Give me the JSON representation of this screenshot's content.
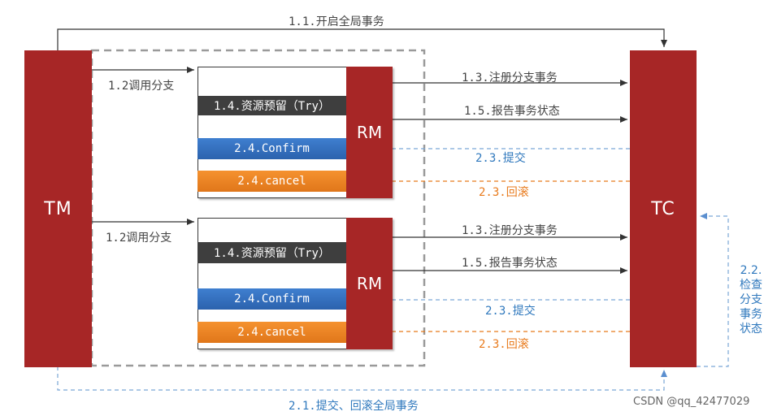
{
  "nodes": {
    "tm": "TM",
    "tc": "TC",
    "rm_top": "RM",
    "rm_bottom": "RM"
  },
  "branches": [
    {
      "try_label": "1.4.资源预留（Try）",
      "confirm_label": "2.4.Confirm",
      "cancel_label": "2.4.cancel",
      "call_label": "1.2调用分支",
      "register_label": "1.3.注册分支事务",
      "report_label": "1.5.报告事务状态",
      "commit_label": "2.3.提交",
      "rollback_label": "2.3.回滚"
    },
    {
      "try_label": "1.4.资源预留（Try）",
      "confirm_label": "2.4.Confirm",
      "cancel_label": "2.4.cancel",
      "call_label": "1.2调用分支",
      "register_label": "1.3.注册分支事务",
      "report_label": "1.5.报告事务状态",
      "commit_label": "2.3.提交",
      "rollback_label": "2.3.回滚"
    }
  ],
  "flows": {
    "start_global": "1.1.开启全局事务",
    "global_commit_rollback": "2.1.提交、回滚全局事务",
    "check_status_lines": [
      "2.2.",
      "检查",
      "分支",
      "事务",
      "状态"
    ]
  },
  "colors": {
    "node_red": "#a72626",
    "dashed_blue": "#7aa6d6",
    "dashed_orange": "#e87a1c",
    "arrow_dark": "#333333"
  },
  "watermark": "CSDN @qq_42477029"
}
